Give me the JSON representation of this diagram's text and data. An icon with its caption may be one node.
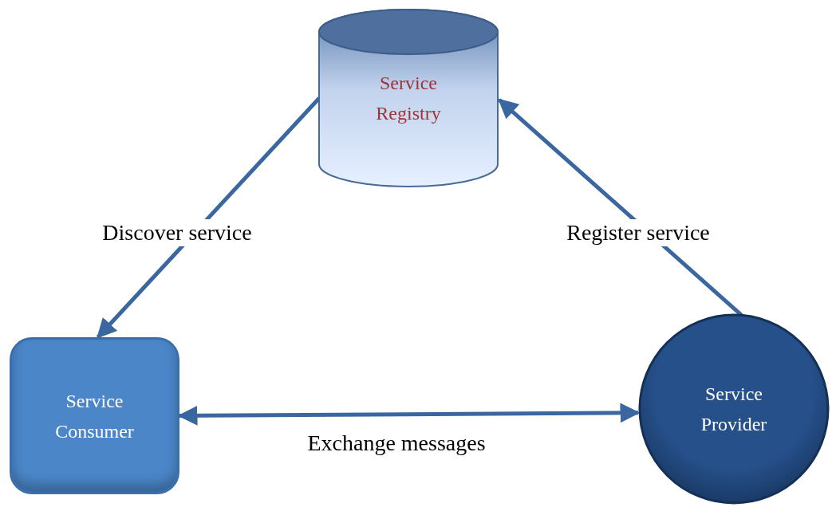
{
  "diagram": {
    "nodes": [
      {
        "text": [
          "Service Registry"
        ]
      },
      {
        "text": [
          "Service Consumer"
        ]
      },
      {
        "text": [
          "Service Provider"
        ]
      }
    ],
    "edges": [
      {
        "from": 0,
        "to": 1,
        "arrow": "to",
        "label": "Discover service"
      },
      {
        "from": 2,
        "to": 0,
        "arrow": "to",
        "label": "Register service"
      },
      {
        "from": 1,
        "to": 2,
        "arrow": "both",
        "label": "Exchange messages"
      }
    ]
  }
}
